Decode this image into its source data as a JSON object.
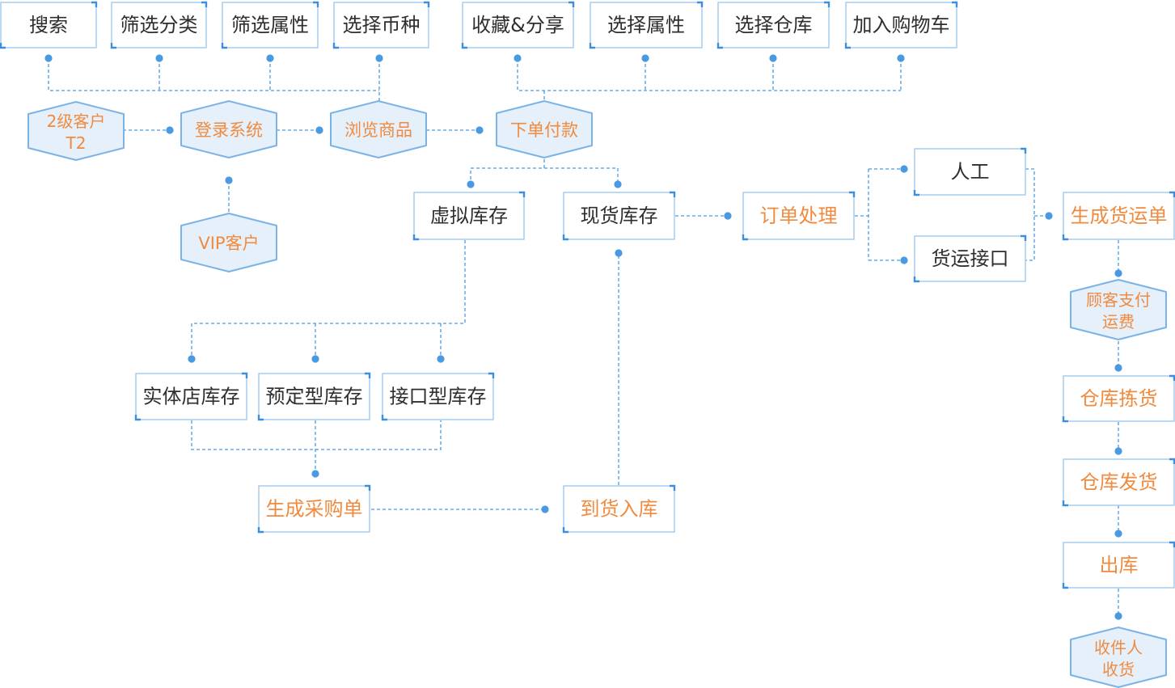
{
  "colors": {
    "orange": "#f08a3e",
    "dark": "#2e2e2e",
    "box_border": "#9fc9ee",
    "corner": "#3d8fdd",
    "connector": "#4a9ae3",
    "hex_fill": "#e6f0fb",
    "hex_border": "#7ab3e6"
  },
  "nodes": {
    "search": "搜索",
    "filter_category": "筛选分类",
    "filter_attr": "筛选属性",
    "select_currency": "选择币种",
    "fav_share": "收藏&分享",
    "select_attr": "选择属性",
    "select_warehouse": "选择仓库",
    "add_cart": "加入购物车",
    "customer_t2_line1": "2级客户",
    "customer_t2_line2": "T2",
    "login": "登录系统",
    "browse": "浏览商品",
    "order_pay": "下单付款",
    "vip": "VIP客户",
    "virtual_stock": "虚拟库存",
    "spot_stock": "现货库存",
    "order_process": "订单处理",
    "manual": "人工",
    "shipping_api": "货运接口",
    "gen_shipping": "生成货运单",
    "cust_pay_line1": "顾客支付",
    "cust_pay_line2": "运费",
    "store_stock": "实体店库存",
    "preorder_stock": "预定型库存",
    "api_stock": "接口型库存",
    "gen_purchase": "生成采购单",
    "arrival": "到货入库",
    "wh_pick": "仓库拣货",
    "wh_ship": "仓库发货",
    "outbound": "出库",
    "recv_line1": "收件人",
    "recv_line2": "收货"
  }
}
